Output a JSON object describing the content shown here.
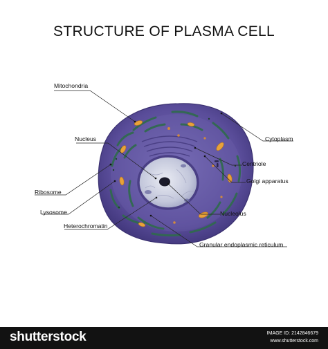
{
  "title": "STRUCTURE OF PLASMA CELL",
  "labels": {
    "mitochondria": "Mitochondria",
    "nucleus": "Nucleus",
    "ribosome": "Ribosome",
    "lysosome": "Lysosome",
    "heterochromatin": "Heterochromatin",
    "cytoplasm": "Cytoplasm",
    "centriole": "Centriole",
    "golgi": "Golgi apparatus",
    "nucleolus": "Nucleolus",
    "granular_er": "Granular endoplasmic reticulum"
  },
  "footer": {
    "brand": "shutterstock",
    "image_id": "IMAGE ID: 2142846679",
    "site": "www.shutterstock.com"
  },
  "colors": {
    "cytoplasm": "#5a4d9a",
    "nucleus": "#c9cde0",
    "er_green": "#2f6b4c",
    "mitochondria": "#e8a23a",
    "footer_bg": "#121212"
  }
}
